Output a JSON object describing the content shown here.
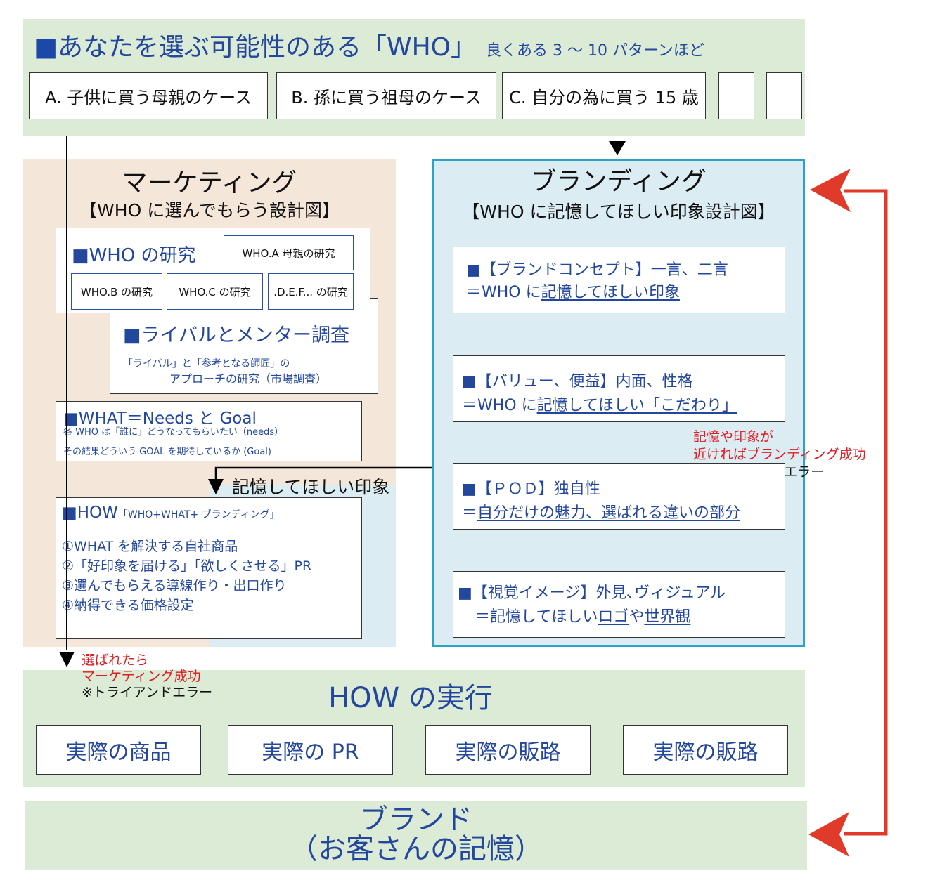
{
  "header": {
    "square": "■",
    "title": "あなたを選ぶ可能性のある「WHO」",
    "subtitle": "良くある 3 〜 10 パターンほど",
    "cases": [
      "A. 子供に買う母親のケース",
      "B. 孫に買う祖母のケース",
      "C. 自分の為に買う 15 歳"
    ]
  },
  "marketing": {
    "title": "マーケティング",
    "subtitle": "【WHO に選んでもらう設計図】",
    "who_research": {
      "title": "■WHO の研究",
      "items": [
        "WHO.A 母親の研究",
        "WHO.B の研究",
        "WHO.C の研究",
        ".D.E.F... の研究"
      ]
    },
    "rival": {
      "title": "■ライバルとメンター調査",
      "line1": "「ライバル」と「参考となる師匠」の",
      "line2": "アプローチの研究（市場調査）"
    },
    "what": {
      "title": "■WHAT＝Needs と Goal",
      "line1": "各 WHO は「誰に」どうなってもらいたい（needs）",
      "line2": "その結果どういう GOAL を期待しているか (Goal)"
    },
    "impression_label": "記憶してほしい印象",
    "how": {
      "title": "■HOW",
      "title_note": "「WHO+WHAT+ ブランディング」",
      "items": [
        "①WHAT を解決する自社商品",
        "②「好印象を届ける」「欲しくさせる」PR",
        "③選んでもらえる導線作り・出口作り",
        "④納得できる価格設定"
      ]
    },
    "success": {
      "line1": "選ばれたら",
      "line2": "マーケティング成功",
      "note": "※トライアンドエラー"
    }
  },
  "branding": {
    "title": "ブランディング",
    "subtitle": "【WHO に記憶してほしい印象設計図】",
    "concept": {
      "line1": "■【ブランドコンセプト】一言、二言",
      "line2_prefix": "＝WHO に",
      "line2_link": "記憶してほしい印象"
    },
    "value": {
      "line1": "■【バリュー、便益】内面、性格",
      "line2_prefix": "＝WHO に",
      "line2_link": "記憶してほしい「こだわり」"
    },
    "pod": {
      "line1": "■【ＰＯＤ】独自性",
      "line2_prefix": "＝",
      "line2_link": "自分だけの魅力、選ばれる違いの部分"
    },
    "visual": {
      "line1": "■【視覚イメージ】外見､ヴィジュアル",
      "line2_prefix": "＝記憶してほしい",
      "line2_link1": "ロゴ",
      "line2_mid": "や",
      "line2_link2": "世界観"
    },
    "success": {
      "line1": "記憶や印象が",
      "line2": "近ければブランディング成功",
      "note": "※トライアンドエラー"
    }
  },
  "execution": {
    "title": "HOW の実行",
    "items": [
      "実際の商品",
      "実際の PR",
      "実際の販路",
      "実際の販路"
    ]
  },
  "brand": {
    "line1": "ブランド",
    "line2": "（お客さんの記憶）"
  },
  "colors": {
    "green_bg": "#dcebd6",
    "peach_bg": "#f5e6da",
    "light_blue_bg": "#dcecf3",
    "navy_text": "#24479e",
    "branding_border": "#2aa3c8",
    "arrow_red": "#e03a2a",
    "accent_red": "#e11b22"
  }
}
